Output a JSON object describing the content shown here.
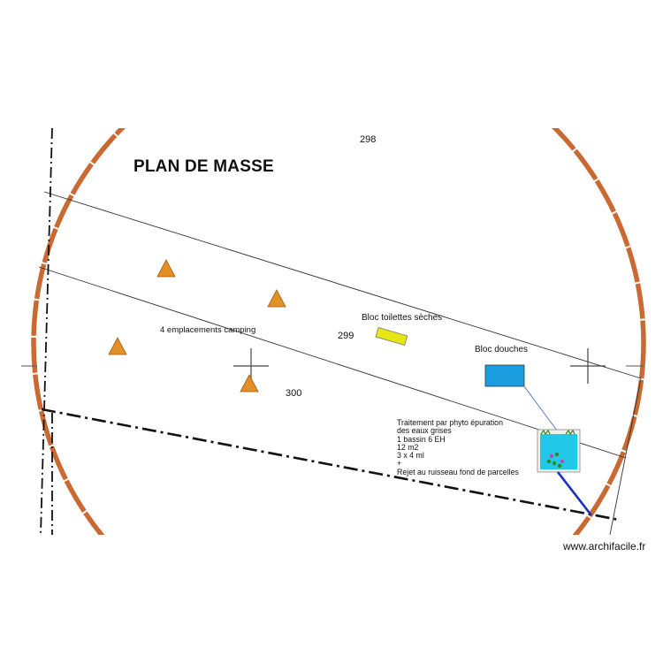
{
  "plan": {
    "title": "PLAN DE MASSE",
    "parcels": {
      "p298": "298",
      "p299": "299",
      "p300": "300"
    },
    "labels": {
      "camping": "4 emplacements camping",
      "bloc_toilettes": "Bloc toilettes sèches",
      "bloc_douches": "Bloc douches",
      "traitement": "Traitement par phyto épuration\ndes eaux grises\n1 bassin 6 EH\n12 m2\n3 x 4 ml\n+\nRejet au ruisseau fond de parcelles"
    },
    "colors": {
      "boundary_circle": "#c96a32",
      "tent": "#e38f26",
      "toilettes": "#e6e612",
      "douches": "#1a9ee0",
      "basin": "#22c8e8",
      "pipe": "#1730c0"
    }
  },
  "footer": {
    "watermark": "www.archifacile.fr"
  }
}
